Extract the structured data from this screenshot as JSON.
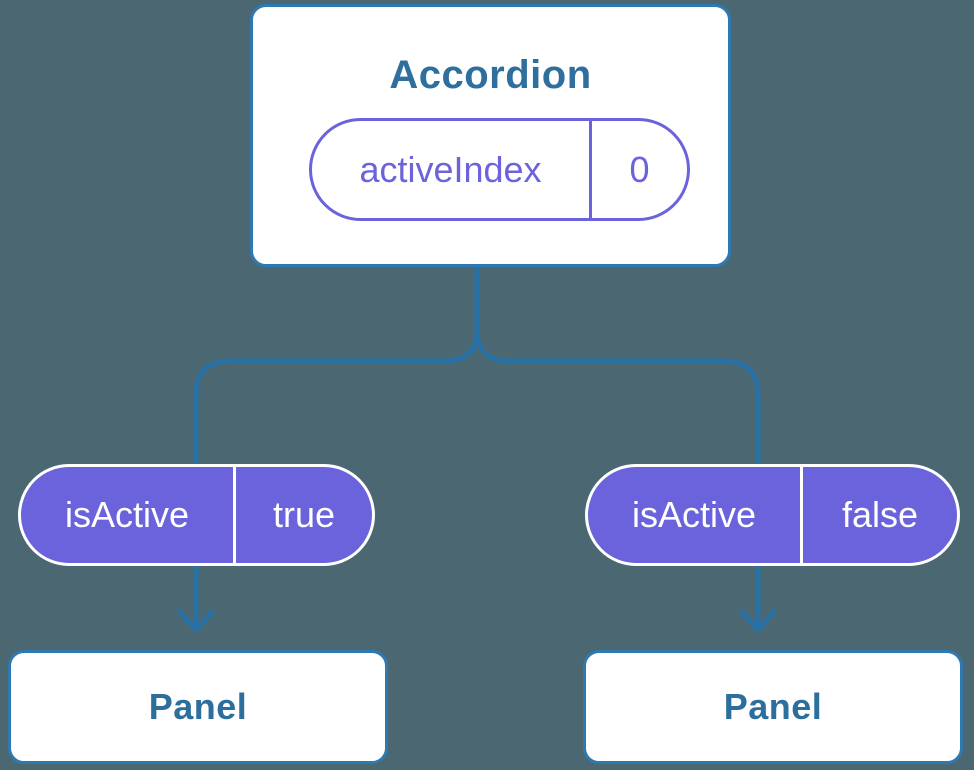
{
  "diagram": {
    "type": "component-tree",
    "root": {
      "label": "Accordion",
      "state": {
        "name": "activeIndex",
        "value": "0"
      }
    },
    "children": [
      {
        "prop": {
          "name": "isActive",
          "value": "true"
        },
        "node": {
          "label": "Panel"
        }
      },
      {
        "prop": {
          "name": "isActive",
          "value": "false"
        },
        "node": {
          "label": "Panel"
        }
      }
    ],
    "colors": {
      "background": "#4b6872",
      "node_fill": "#ffffff",
      "node_border": "#2e79b2",
      "node_text": "#2e6f9e",
      "edge": "#2771a6",
      "prop_pill_fill": "#6a63db",
      "prop_pill_text": "#ffffff",
      "state_pill_border": "#6a63db",
      "state_pill_text": "#6a63db"
    }
  }
}
